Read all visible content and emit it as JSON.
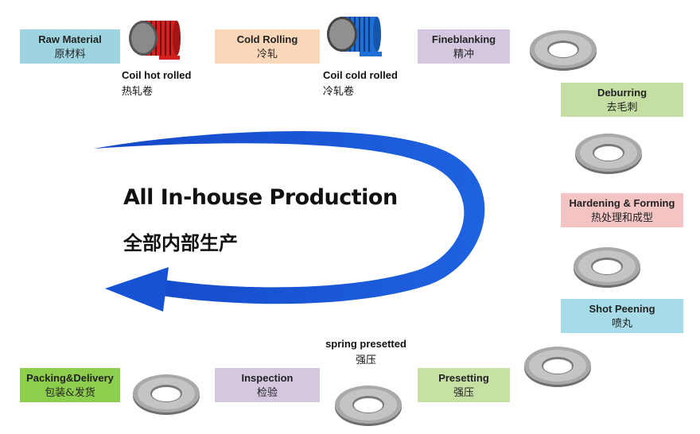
{
  "steps": [
    {
      "en": "Raw Material",
      "zh": "原材料"
    },
    {
      "en": "Cold Rolling",
      "zh": "冷轧"
    },
    {
      "en": "Fineblanking",
      "zh": "精冲"
    },
    {
      "en": "Deburring",
      "zh": "去毛刺"
    },
    {
      "en": "Hardening & Forming",
      "zh": "热处理和成型"
    },
    {
      "en": "Shot Peening",
      "zh": "喷丸"
    },
    {
      "en": "Presetting",
      "zh": "强压"
    },
    {
      "en": "Inspection",
      "zh": "检验"
    },
    {
      "en": "Packing&Delivery",
      "zh": "包装&发货"
    }
  ],
  "labels": {
    "coil_hot": {
      "en": "Coil hot rolled",
      "zh": "热轧卷"
    },
    "coil_cold": {
      "en": "Coil cold rolled",
      "zh": "冷轧卷"
    },
    "spring": {
      "en": "spring presetted",
      "zh": "强压"
    }
  },
  "center": {
    "title": "All In-house Production",
    "subtitle": "全部内部生产"
  },
  "colors": {
    "raw": "#9ed4e0",
    "cold": "#fad7b9",
    "fine": "#d4c7e0",
    "deburr": "#c5dea4",
    "harden": "#f4c4c4",
    "shot": "#a6dbe7",
    "preset": "#c7e0a4",
    "inspect": "#d4c7e0",
    "pack": "#8ece4f",
    "arrow": "#1653d4",
    "coil_hot": "#d61f1f",
    "coil_cold": "#1e6fd6"
  }
}
